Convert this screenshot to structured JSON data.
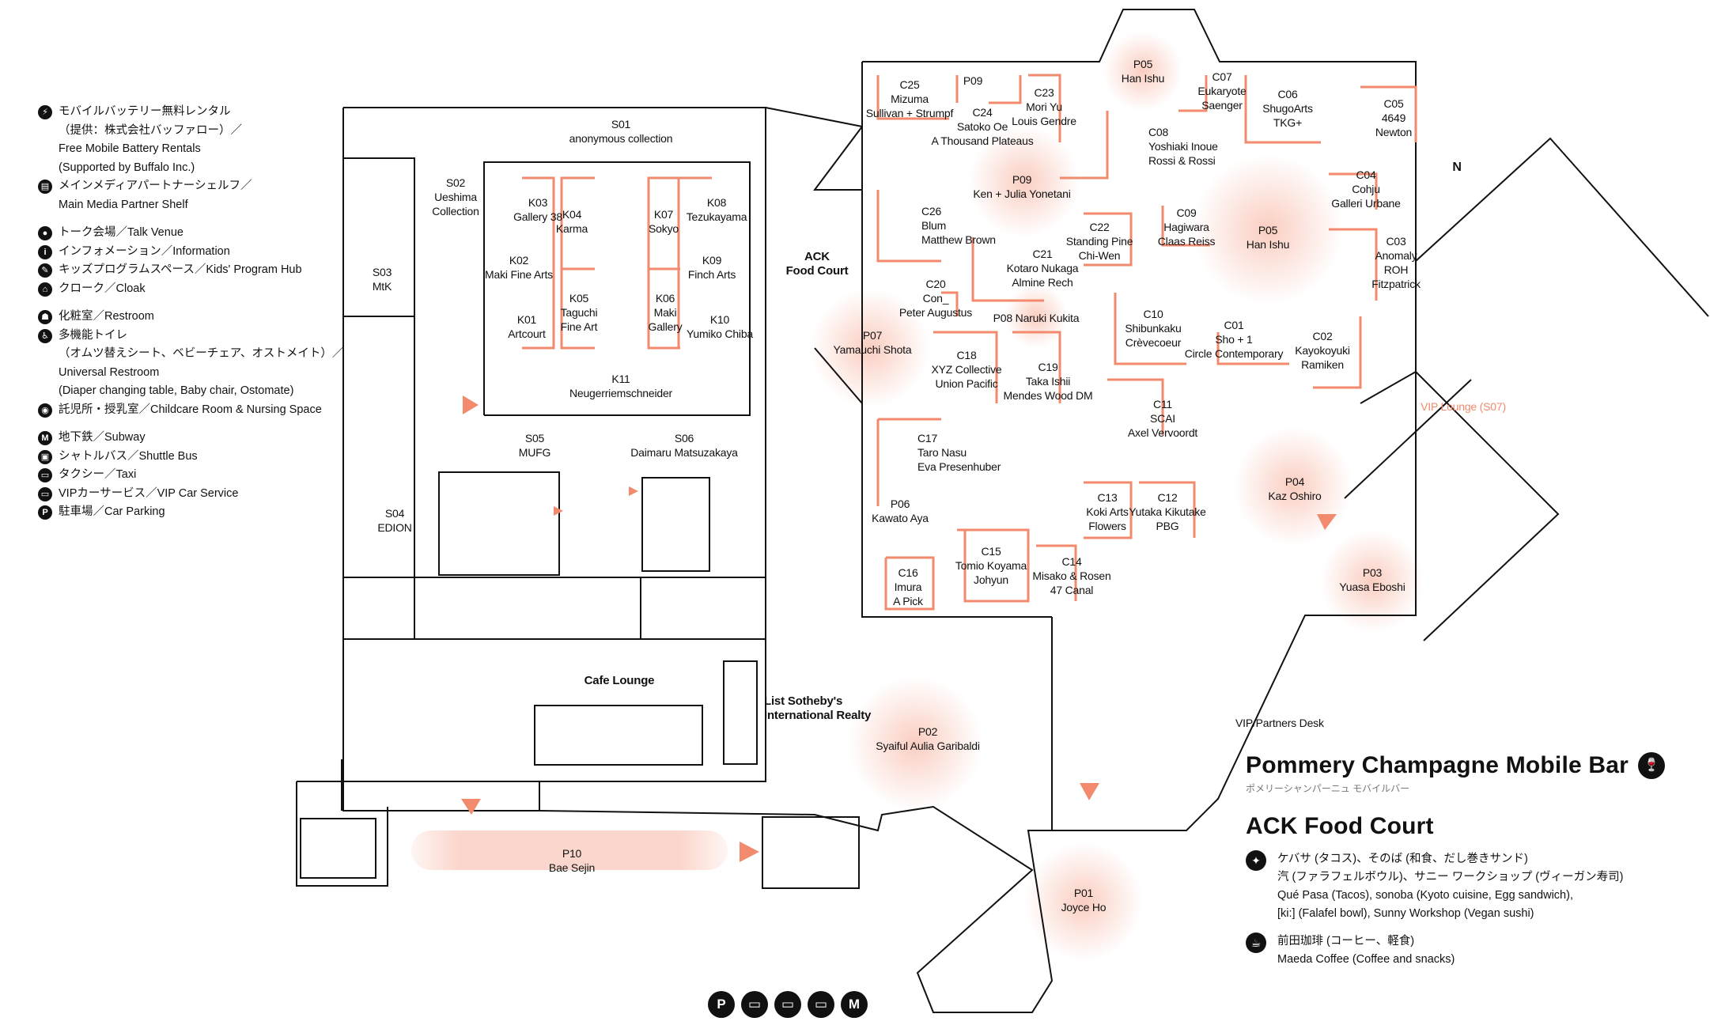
{
  "legend": {
    "groups": [
      [
        {
          "icon": "battery-icon",
          "lines": [
            "モバイルバッテリー無料レンタル",
            "（提供：株式会社バッファロー）／",
            "Free Mobile Battery Rentals",
            "(Supported by Buffalo Inc.)"
          ]
        },
        {
          "icon": "book-icon",
          "lines": [
            "メインメディアパートナーシェルフ／",
            "Main Media Partner Shelf"
          ]
        }
      ],
      [
        {
          "icon": "microphone-icon",
          "lines": [
            "トーク会場／Talk Venue"
          ]
        },
        {
          "icon": "info-icon",
          "lines": [
            "インフォメーション／Information"
          ]
        },
        {
          "icon": "kids-icon",
          "lines": [
            "キッズプログラムスペース／Kids' Program Hub"
          ]
        },
        {
          "icon": "cloak-icon",
          "lines": [
            "クローク／Cloak"
          ]
        }
      ],
      [
        {
          "icon": "restroom-icon",
          "lines": [
            "化粧室／Restroom"
          ]
        },
        {
          "icon": "universal-restroom-icon",
          "lines": [
            "多機能トイレ",
            "（オムツ替えシート、ベビーチェア、オストメイト）／",
            "Universal Restroom",
            "(Diaper changing table, Baby chair, Ostomate)"
          ]
        },
        {
          "icon": "childcare-icon",
          "lines": [
            "託児所・授乳室／Childcare Room & Nursing Space"
          ]
        }
      ],
      [
        {
          "icon": "subway-icon",
          "lines": [
            "地下鉄／Subway"
          ]
        },
        {
          "icon": "shuttle-bus-icon",
          "lines": [
            "シャトルバス／Shuttle Bus"
          ]
        },
        {
          "icon": "taxi-icon",
          "lines": [
            "タクシー／Taxi"
          ]
        },
        {
          "icon": "vip-car-icon",
          "lines": [
            "VIPカーサービス／VIP Car Service"
          ]
        },
        {
          "icon": "parking-icon",
          "lines": [
            "駐車場／Car Parking"
          ]
        }
      ]
    ]
  },
  "booths": [
    {
      "id": "s01",
      "lines": [
        "S01",
        "anonymous collection"
      ]
    },
    {
      "id": "s02",
      "lines": [
        "S02",
        "Ueshima",
        "Collection"
      ]
    },
    {
      "id": "s03",
      "lines": [
        "S03",
        "MtK"
      ]
    },
    {
      "id": "s04",
      "lines": [
        "S04",
        "EDION"
      ]
    },
    {
      "id": "s05",
      "lines": [
        "S05",
        "MUFG"
      ]
    },
    {
      "id": "s06",
      "lines": [
        "S06",
        "Daimaru Matsuzakaya"
      ]
    },
    {
      "id": "k03",
      "lines": [
        "K03",
        "Gallery 38"
      ]
    },
    {
      "id": "k04",
      "lines": [
        "K04",
        "Karma"
      ]
    },
    {
      "id": "k02",
      "lines": [
        "K02",
        "Maki Fine Arts"
      ]
    },
    {
      "id": "k01",
      "lines": [
        "K01",
        "Artcourt"
      ]
    },
    {
      "id": "k05",
      "lines": [
        "K05",
        "Taguchi",
        "Fine Art"
      ]
    },
    {
      "id": "k07",
      "lines": [
        "K07",
        "Sokyo"
      ]
    },
    {
      "id": "k08",
      "lines": [
        "K08",
        "Tezukayama"
      ]
    },
    {
      "id": "k09",
      "lines": [
        "K09",
        "Finch Arts"
      ]
    },
    {
      "id": "k06",
      "lines": [
        "K06",
        "Maki",
        "Gallery"
      ]
    },
    {
      "id": "k10",
      "lines": [
        "K10",
        "Yumiko Chiba"
      ]
    },
    {
      "id": "k11",
      "lines": [
        "K11",
        "Neugerriemschneider"
      ]
    },
    {
      "id": "ack",
      "lines": [
        "ACK",
        "Food Court"
      ]
    },
    {
      "id": "c25",
      "lines": [
        "C25",
        "Mizuma",
        "Sullivan + Strumpf"
      ]
    },
    {
      "id": "p09",
      "lines": [
        "P09"
      ]
    },
    {
      "id": "c24",
      "lines": [
        "C24",
        "Satoko Oe",
        "A Thousand Plateaus"
      ]
    },
    {
      "id": "c23",
      "lines": [
        "C23",
        "Mori Yu",
        "Louis Gendre"
      ]
    },
    {
      "id": "p05a",
      "lines": [
        "P05",
        "Han Ishu"
      ]
    },
    {
      "id": "c07",
      "lines": [
        "C07",
        "Eukaryote",
        "Saenger"
      ]
    },
    {
      "id": "c06",
      "lines": [
        "C06",
        "ShugoArts",
        "TKG+"
      ]
    },
    {
      "id": "c05",
      "lines": [
        "C05",
        "4649",
        "Newton"
      ]
    },
    {
      "id": "c08",
      "lines": [
        "C08",
        "Yoshiaki Inoue",
        "Rossi & Rossi"
      ]
    },
    {
      "id": "p09b",
      "lines": [
        "P09",
        "Ken + Julia Yonetani"
      ]
    },
    {
      "id": "c04",
      "lines": [
        "C04",
        "Cohju",
        "Galleri Urbane"
      ]
    },
    {
      "id": "c26",
      "lines": [
        "C26",
        "Blum",
        "Matthew Brown"
      ]
    },
    {
      "id": "c22",
      "lines": [
        "C22",
        "Standing Pine",
        "Chi-Wen"
      ]
    },
    {
      "id": "c09",
      "lines": [
        "C09",
        "Hagiwara",
        "Claas Reiss"
      ]
    },
    {
      "id": "p05b",
      "lines": [
        "P05",
        "Han Ishu"
      ]
    },
    {
      "id": "c21",
      "lines": [
        "C21",
        "Kotaro Nukaga",
        "Almine Rech"
      ]
    },
    {
      "id": "c03",
      "lines": [
        "C03",
        "Anomaly",
        "ROH",
        "Fitzpatrick"
      ]
    },
    {
      "id": "c20",
      "lines": [
        "C20",
        "Con_",
        "Peter Augustus"
      ]
    },
    {
      "id": "p08",
      "lines": [
        "P08 Naruki Kukita"
      ]
    },
    {
      "id": "c10",
      "lines": [
        "C10",
        "Shibunkaku",
        "Crèvecoeur"
      ]
    },
    {
      "id": "c01",
      "lines": [
        "C01",
        "Sho + 1",
        "Circle Contemporary"
      ]
    },
    {
      "id": "c02",
      "lines": [
        "C02",
        "Kayokoyuki",
        "Ramiken"
      ]
    },
    {
      "id": "p07",
      "lines": [
        "P07",
        "Yamauchi Shota"
      ]
    },
    {
      "id": "c18",
      "lines": [
        "C18",
        "XYZ Collective",
        "Union Pacific"
      ]
    },
    {
      "id": "c19",
      "lines": [
        "C19",
        "Taka Ishii",
        "Mendes Wood DM"
      ]
    },
    {
      "id": "c11",
      "lines": [
        "C11",
        "SCAI",
        "Axel Vervoordt"
      ]
    },
    {
      "id": "c17",
      "lines": [
        "C17",
        "Taro Nasu",
        "Eva Presenhuber"
      ]
    },
    {
      "id": "p04",
      "lines": [
        "P04",
        "Kaz Oshiro"
      ]
    },
    {
      "id": "p06",
      "lines": [
        "P06",
        "Kawato Aya"
      ]
    },
    {
      "id": "c13",
      "lines": [
        "C13",
        "Koki Arts",
        "Flowers"
      ]
    },
    {
      "id": "c12",
      "lines": [
        "C12",
        "Yutaka Kikutake",
        "PBG"
      ]
    },
    {
      "id": "c15",
      "lines": [
        "C15",
        "Tomio Koyama",
        "Johyun"
      ]
    },
    {
      "id": "c14",
      "lines": [
        "C14",
        "Misako & Rosen",
        "47 Canal"
      ]
    },
    {
      "id": "c16",
      "lines": [
        "C16",
        "Imura",
        "A Pick"
      ]
    },
    {
      "id": "p03",
      "lines": [
        "P03",
        "Yuasa Eboshi"
      ]
    },
    {
      "id": "cafe",
      "lines": [
        "Cafe Lounge"
      ]
    },
    {
      "id": "sothebys",
      "lines": [
        "List Sotheby's",
        "International Realty"
      ]
    },
    {
      "id": "p02",
      "lines": [
        "P02",
        "Syaiful Aulia Garibaldi"
      ]
    },
    {
      "id": "p10",
      "lines": [
        "P10",
        "Bae Sejin"
      ]
    },
    {
      "id": "p01",
      "lines": [
        "P01",
        "Joyce Ho"
      ]
    },
    {
      "id": "vipdesk",
      "lines": [
        "VIP/Partners Desk"
      ]
    }
  ],
  "vip_lounge": "VIP Lounge (S07)",
  "compass": "N",
  "info": {
    "pommery_title": "Pommery Champagne Mobile Bar",
    "pommery_sub": "ポメリーシャンパーニュ モバイルバー",
    "food_title": "ACK Food Court",
    "food_lines": [
      "ケバサ (タコス)、そのば (和食、だし巻きサンド)",
      "汽 (ファラフェルボウル)、サニー ワークショップ (ヴィーガン寿司)",
      "Qué Pasa (Tacos), sonoba (Kyoto cuisine, Egg sandwich),",
      "[ki:] (Falafel bowl), Sunny Workshop (Vegan sushi)"
    ],
    "coffee_lines": [
      "前田珈琲 (コーヒー、軽食)",
      "Maeda Coffee (Coffee and snacks)"
    ]
  },
  "transport": [
    "P",
    "▭",
    "▭",
    "▭",
    "M"
  ],
  "colors": {
    "accent": "#f28a6e",
    "glow": "#fbd9cf",
    "line": "#111111"
  }
}
